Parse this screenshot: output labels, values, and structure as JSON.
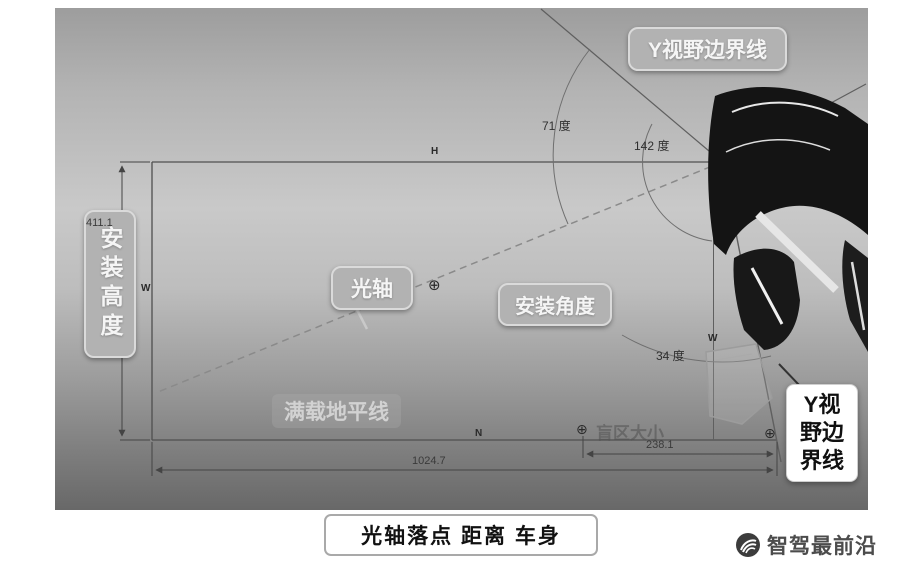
{
  "colors": {
    "pill_bg": "#b2b2b2",
    "pill_border": "#dadada",
    "pill_text": "#f5f5f5",
    "line": "#555555",
    "viewport_top": "#9d9d9d",
    "viewport_bottom": "#686868"
  },
  "viewport": {
    "pills": {
      "y_fov_top": "Y视野边界线",
      "install_height": "安装高度",
      "optical_axis": "光轴",
      "install_angle": "安装角度"
    },
    "texts": {
      "full_load_ground": "满载地平线",
      "blind_zone": "盲区大小",
      "y_fov_side": "Y视野边界线"
    },
    "angles": {
      "a71": "71 度",
      "a142": "142 度",
      "a34": "34 度"
    },
    "dims": {
      "height": "411.1",
      "total": "1024.7",
      "blind": "238.1"
    },
    "markers": {
      "top": "H",
      "bottom": "N",
      "left": "W",
      "right": "W",
      "axis": "⊕",
      "ground1": "⊕",
      "ground2": "⊕"
    }
  },
  "caption": "光轴落点 距离 车身",
  "watermark": "智驾最前沿"
}
